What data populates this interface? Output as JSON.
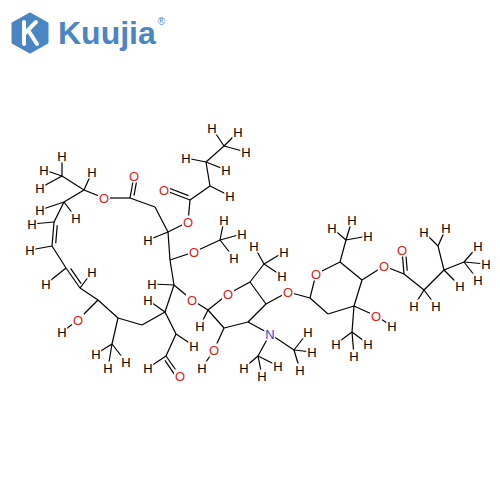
{
  "diagram": {
    "labels": [
      "Kuujia",
      "®",
      "O",
      "O",
      "H",
      "H",
      "H",
      "H",
      "H",
      "H",
      "H",
      "H",
      "H",
      "H",
      "O",
      "H",
      "H",
      "H",
      "H",
      "H",
      "O",
      "H",
      "H",
      "O",
      "O",
      "H",
      "H",
      "H",
      "O",
      "O",
      "H",
      "H",
      "H",
      "H",
      "H",
      "H",
      "H",
      "H",
      "O",
      "H",
      "H",
      "H",
      "H",
      "O",
      "N",
      "H",
      "H",
      "H",
      "H",
      "H",
      "H",
      "O",
      "H",
      "O",
      "H",
      "H",
      "H",
      "O",
      "O",
      "H",
      "H",
      "H",
      "H",
      "H",
      "H",
      "H",
      "H",
      "O",
      "H",
      "H",
      "H",
      "H"
    ]
  }
}
